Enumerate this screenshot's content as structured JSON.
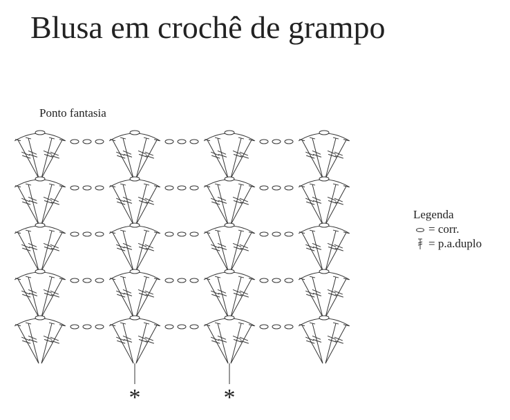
{
  "title": "Blusa em crochê de grampo",
  "subtitle": "Ponto fantasia",
  "legend": {
    "heading": "Legenda",
    "items": [
      {
        "symbol": "chain-oval",
        "label": "= corr."
      },
      {
        "symbol": "double-treble-stitch",
        "label": "= p.a.duplo"
      }
    ]
  },
  "diagram": {
    "rows": 5,
    "fans_per_row": 4,
    "chains_between_fans": 3,
    "repeat_markers": [
      "*",
      "*"
    ]
  }
}
